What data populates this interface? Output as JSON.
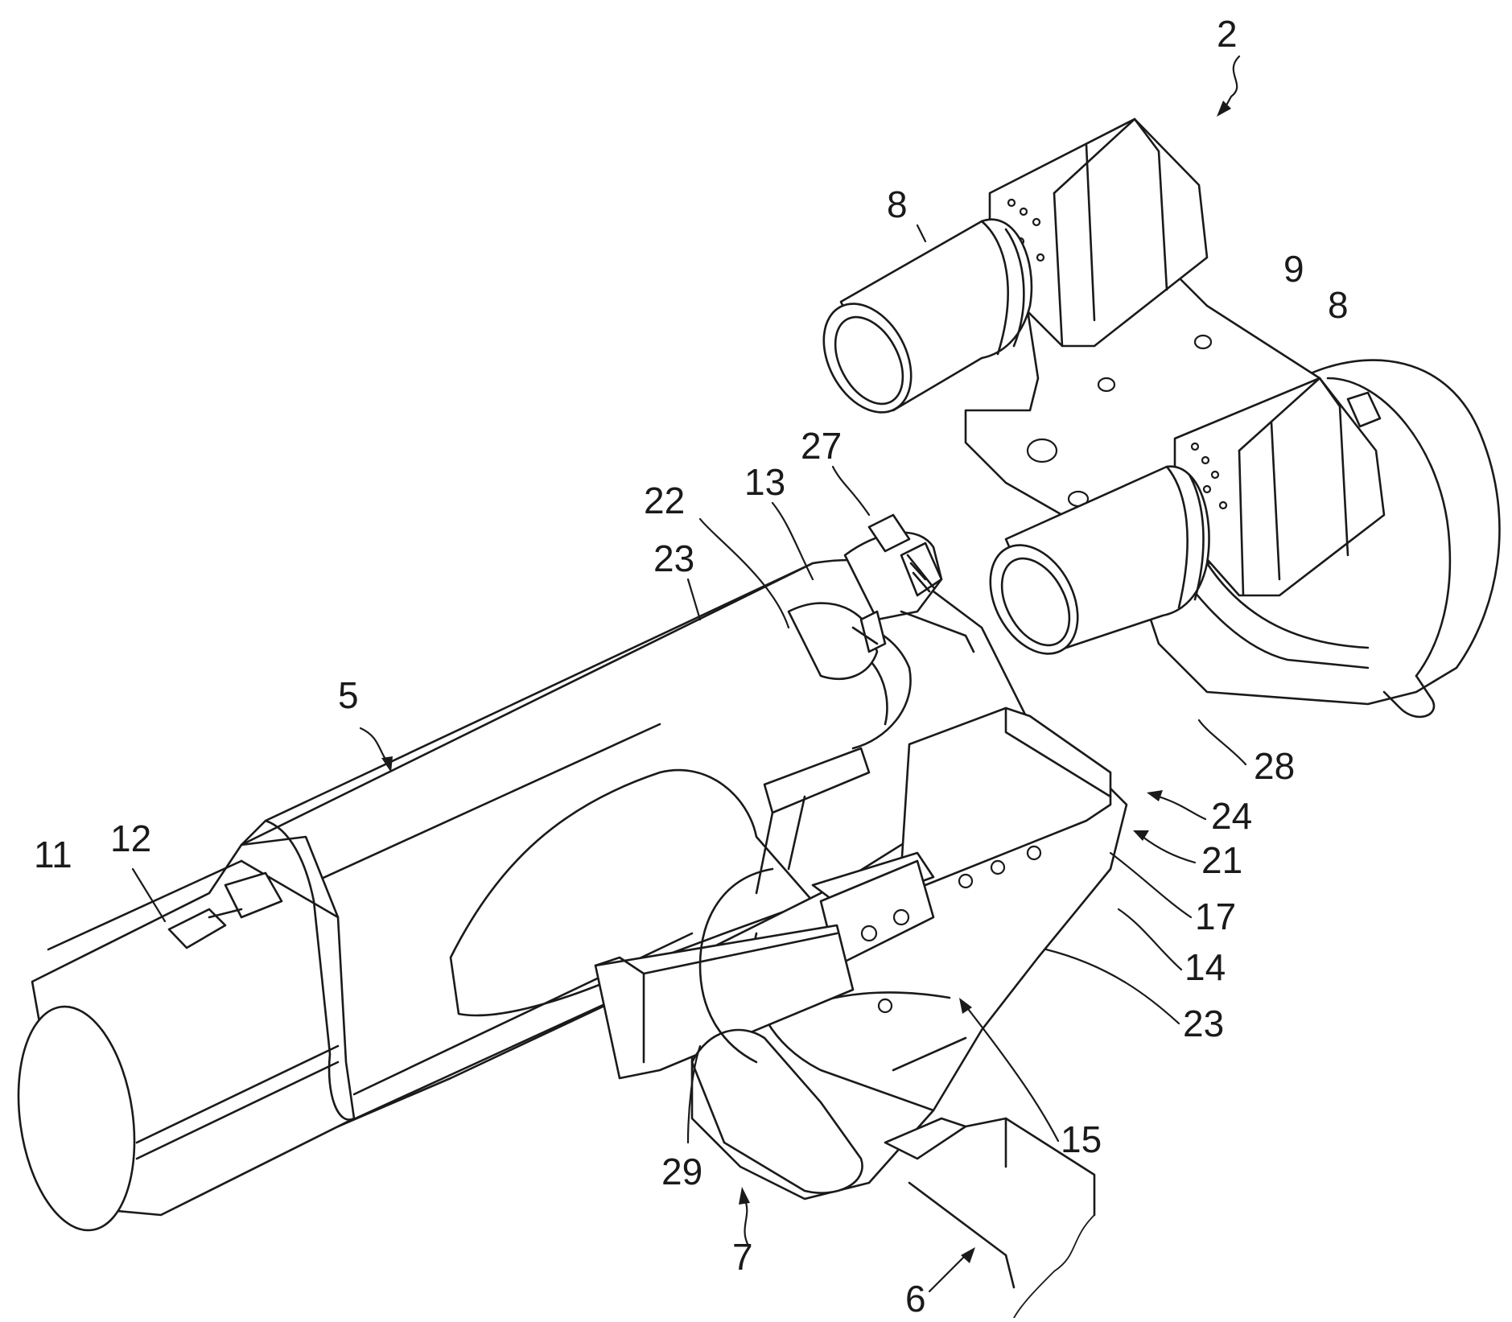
{
  "figure": {
    "labels": {
      "l2": "2",
      "l8a": "8",
      "l9": "9",
      "l8b": "8",
      "l27": "27",
      "l13": "13",
      "l22": "22",
      "l23a": "23",
      "l5": "5",
      "l11": "11",
      "l12": "12",
      "l28": "28",
      "l24": "24",
      "l21": "21",
      "l17": "17",
      "l14": "14",
      "l23b": "23",
      "l15": "15",
      "l29": "29",
      "l7": "7",
      "l6": "6"
    }
  }
}
